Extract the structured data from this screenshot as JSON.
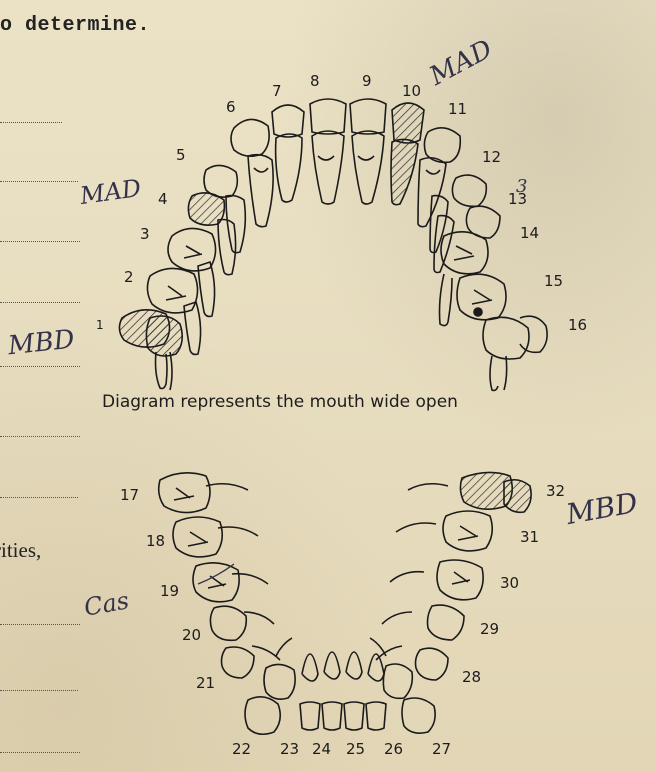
{
  "document": {
    "heading_fragment": "o determine.",
    "side_text_fragment": "rities,"
  },
  "diagram": {
    "caption": "Diagram represents the mouth wide open",
    "upper_numbers": [
      "1",
      "2",
      "3",
      "4",
      "5",
      "6",
      "7",
      "8",
      "9",
      "10",
      "11",
      "12",
      "13",
      "14",
      "15",
      "16"
    ],
    "lower_numbers": [
      "17",
      "18",
      "19",
      "20",
      "21",
      "22",
      "23",
      "24",
      "25",
      "26",
      "27",
      "28",
      "29",
      "30",
      "31",
      "32"
    ]
  },
  "annotations": {
    "tooth_10": "MAD",
    "tooth_4": "MAD",
    "tooth_1": "MBD",
    "tooth_32": "MBD",
    "tooth_19": "Cas",
    "tooth_13_overwrite": "3"
  }
}
